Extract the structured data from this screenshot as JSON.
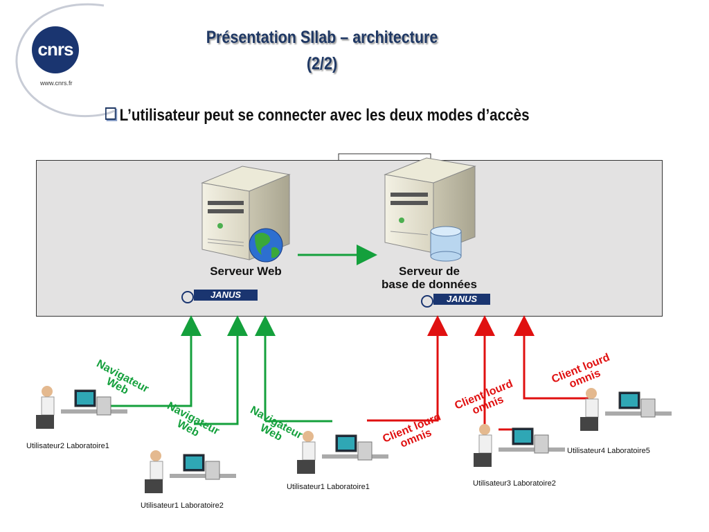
{
  "logo": {
    "brand": "cnrs",
    "url": "www.cnrs.fr"
  },
  "slide": {
    "title_line1": "Présentation SIlab – architecture",
    "title_line2": "(2/2)",
    "bullet": "L’utilisateur peut se connecter avec les deux modes d’accès"
  },
  "servers": {
    "web": {
      "label": "Serveur Web",
      "badge": "JANUS"
    },
    "db": {
      "label_line1": "Serveur de",
      "label_line2": "base de données",
      "badge": "JANUS"
    }
  },
  "access_labels": {
    "navigateur_1": "Navigateur\nWeb",
    "navigateur_2": "Navigateur\nWeb",
    "navigateur_3": "Navigateur\nWeb",
    "client_1": "Client lourd\nomnis",
    "client_2": "Client lourd\nomnis",
    "client_3": "Client lourd\nomnis"
  },
  "users": [
    {
      "label": "Utilisateur2 Laboratoire1"
    },
    {
      "label": "Utilisateur1 Laboratoire2"
    },
    {
      "label": "Utilisateur1 Laboratoire1"
    },
    {
      "label": "Utilisateur3 Laboratoire2"
    },
    {
      "label": "Utilisateur4 Laboratoire5"
    }
  ],
  "colors": {
    "web_access": "#14a03c",
    "client_access": "#e01010",
    "title": "#1f3864",
    "panel": "#e3e2e2"
  }
}
